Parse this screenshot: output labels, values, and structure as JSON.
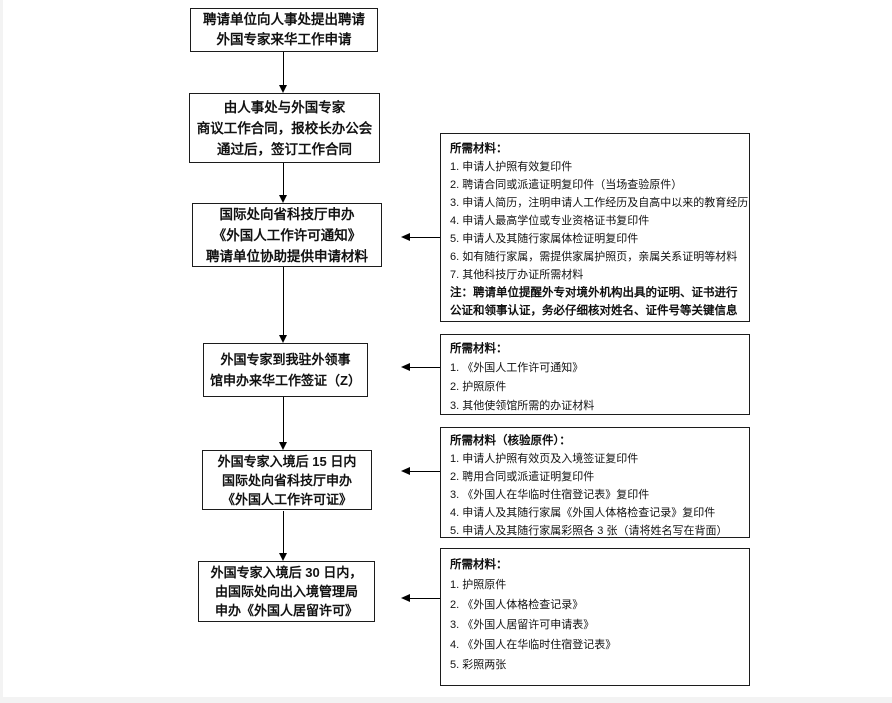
{
  "flow": {
    "steps": [
      {
        "text": "聘请单位向人事处提出聘请\n外国专家来华工作申请"
      },
      {
        "text": "由人事处与外国专家\n商议工作合同，报校长办公会\n通过后，签订工作合同"
      },
      {
        "text": "国际处向省科技厅申办\n《外国人工作许可通知》\n聘请单位协助提供申请材料"
      },
      {
        "text": "外国专家到我驻外领事\n馆申办来华工作签证（Z）"
      },
      {
        "text": "外国专家入境后 15 日内\n国际处向省科技厅申办\n《外国人工作许可证》"
      },
      {
        "text": "外国专家入境后 30 日内，\n由国际处向出入境管理局\n申办《外国人居留许可》"
      }
    ]
  },
  "materials": [
    {
      "title": "所需材料：",
      "items": [
        "1. 申请人护照有效复印件",
        "2. 聘请合同或派遣证明复印件（当场查验原件）",
        "3. 申请人简历，注明申请人工作经历及自高中以来的教育经历",
        "4. 申请人最高学位或专业资格证书复印件",
        "5. 申请人及其随行家属体检证明复印件",
        "6. 如有随行家属，需提供家属护照页，亲属关系证明等材料",
        "7. 其他科技厅办证所需材料"
      ],
      "note": "注：聘请单位提醒外专对境外机构出具的证明、证书进行公证和领事认证，务必仔细核对姓名、证件号等关键信息"
    },
    {
      "title": "所需材料：",
      "items": [
        "1. 《外国人工作许可通知》",
        "2. 护照原件",
        "3. 其他使领馆所需的办证材料"
      ]
    },
    {
      "title": "所需材料（核验原件）：",
      "items": [
        "1. 申请人护照有效页及入境签证复印件",
        "2. 聘用合同或派遣证明复印件",
        "3. 《外国人在华临时住宿登记表》复印件",
        "4. 申请人及其随行家属《外国人体格检查记录》复印件",
        "5. 申请人及其随行家属彩照各 3 张（请将姓名写在背面）"
      ]
    },
    {
      "title": "所需材料：",
      "items": [
        "1. 护照原件",
        "2. 《外国人体格检查记录》",
        "3. 《外国人居留许可申请表》",
        "4. 《外国人在华临时住宿登记表》",
        "5. 彩照两张"
      ]
    }
  ],
  "colors": {
    "line": "#000000",
    "border": "#1c1c1c",
    "page_edge": "#f3f3f3",
    "background": "#ffffff"
  }
}
